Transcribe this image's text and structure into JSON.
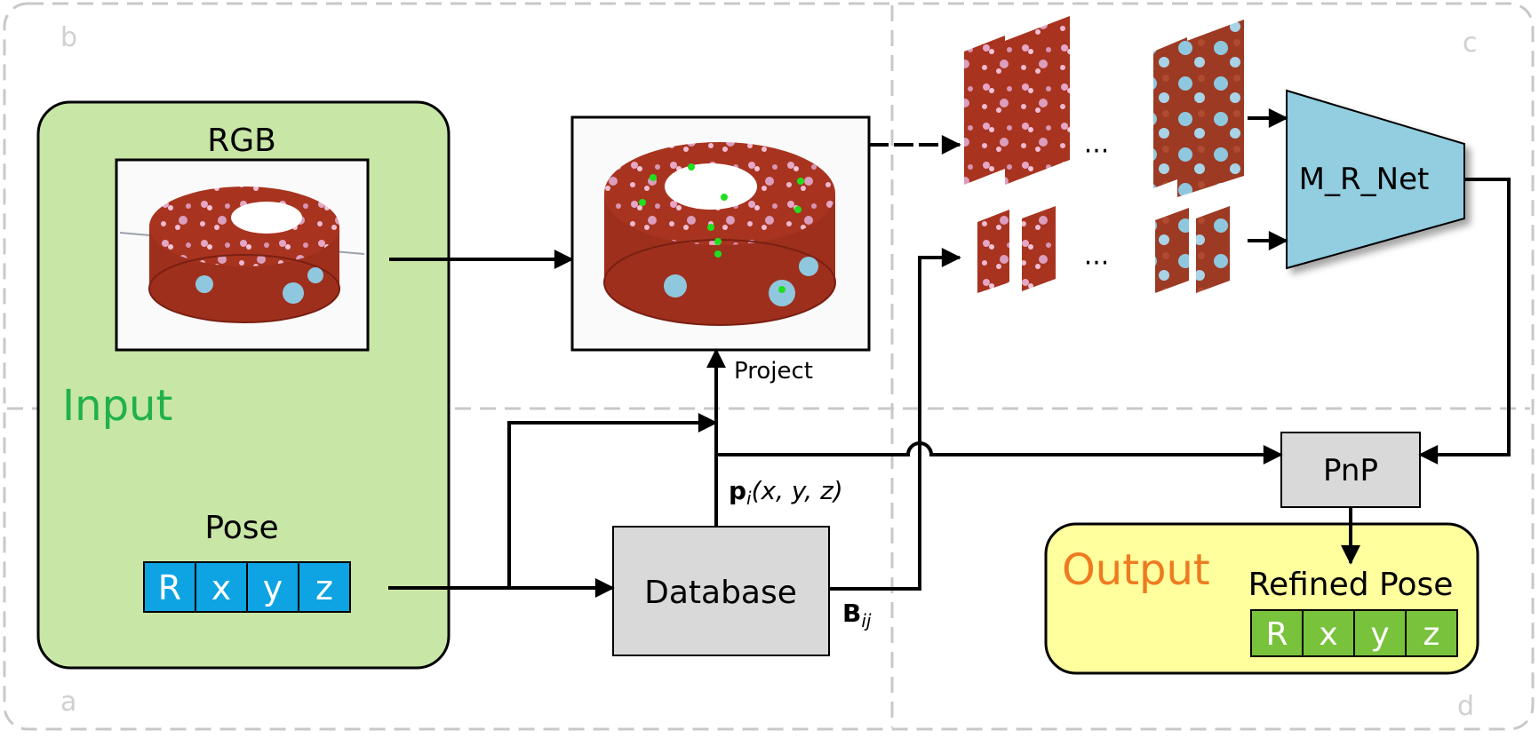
{
  "quadrants": {
    "b": "b",
    "c": "c",
    "a": "a",
    "d": "d"
  },
  "input": {
    "label": "Input",
    "rgb_label": "RGB",
    "pose_label": "Pose",
    "pose_cells": [
      "R",
      "x",
      "y",
      "z"
    ]
  },
  "network": {
    "label": "M_R_Net",
    "ellipsis_top": "···",
    "ellipsis_bottom": "···"
  },
  "project_label": "Project",
  "point_label": {
    "bold": "p",
    "sub": "i",
    "rest": "(x, y, z)"
  },
  "box_label": {
    "bold": "B",
    "sub": "ij"
  },
  "database_label": "Database",
  "pnp_label": "PnP",
  "output": {
    "label": "Output",
    "refined_label": "Refined Pose",
    "pose_cells": [
      "R",
      "x",
      "y",
      "z"
    ]
  },
  "colors": {
    "input_bg": "#c8e6a6",
    "output_bg": "#ffff9e",
    "input_title": "#21b14b",
    "output_title": "#ee7b1f",
    "pose_cell": "#0ea3e2",
    "refined_cell": "#78c23c",
    "network": "#92cde0",
    "box_gray": "#d9d9d9",
    "tin_red": "#a8341f",
    "keypoint": "#1fe01f"
  }
}
